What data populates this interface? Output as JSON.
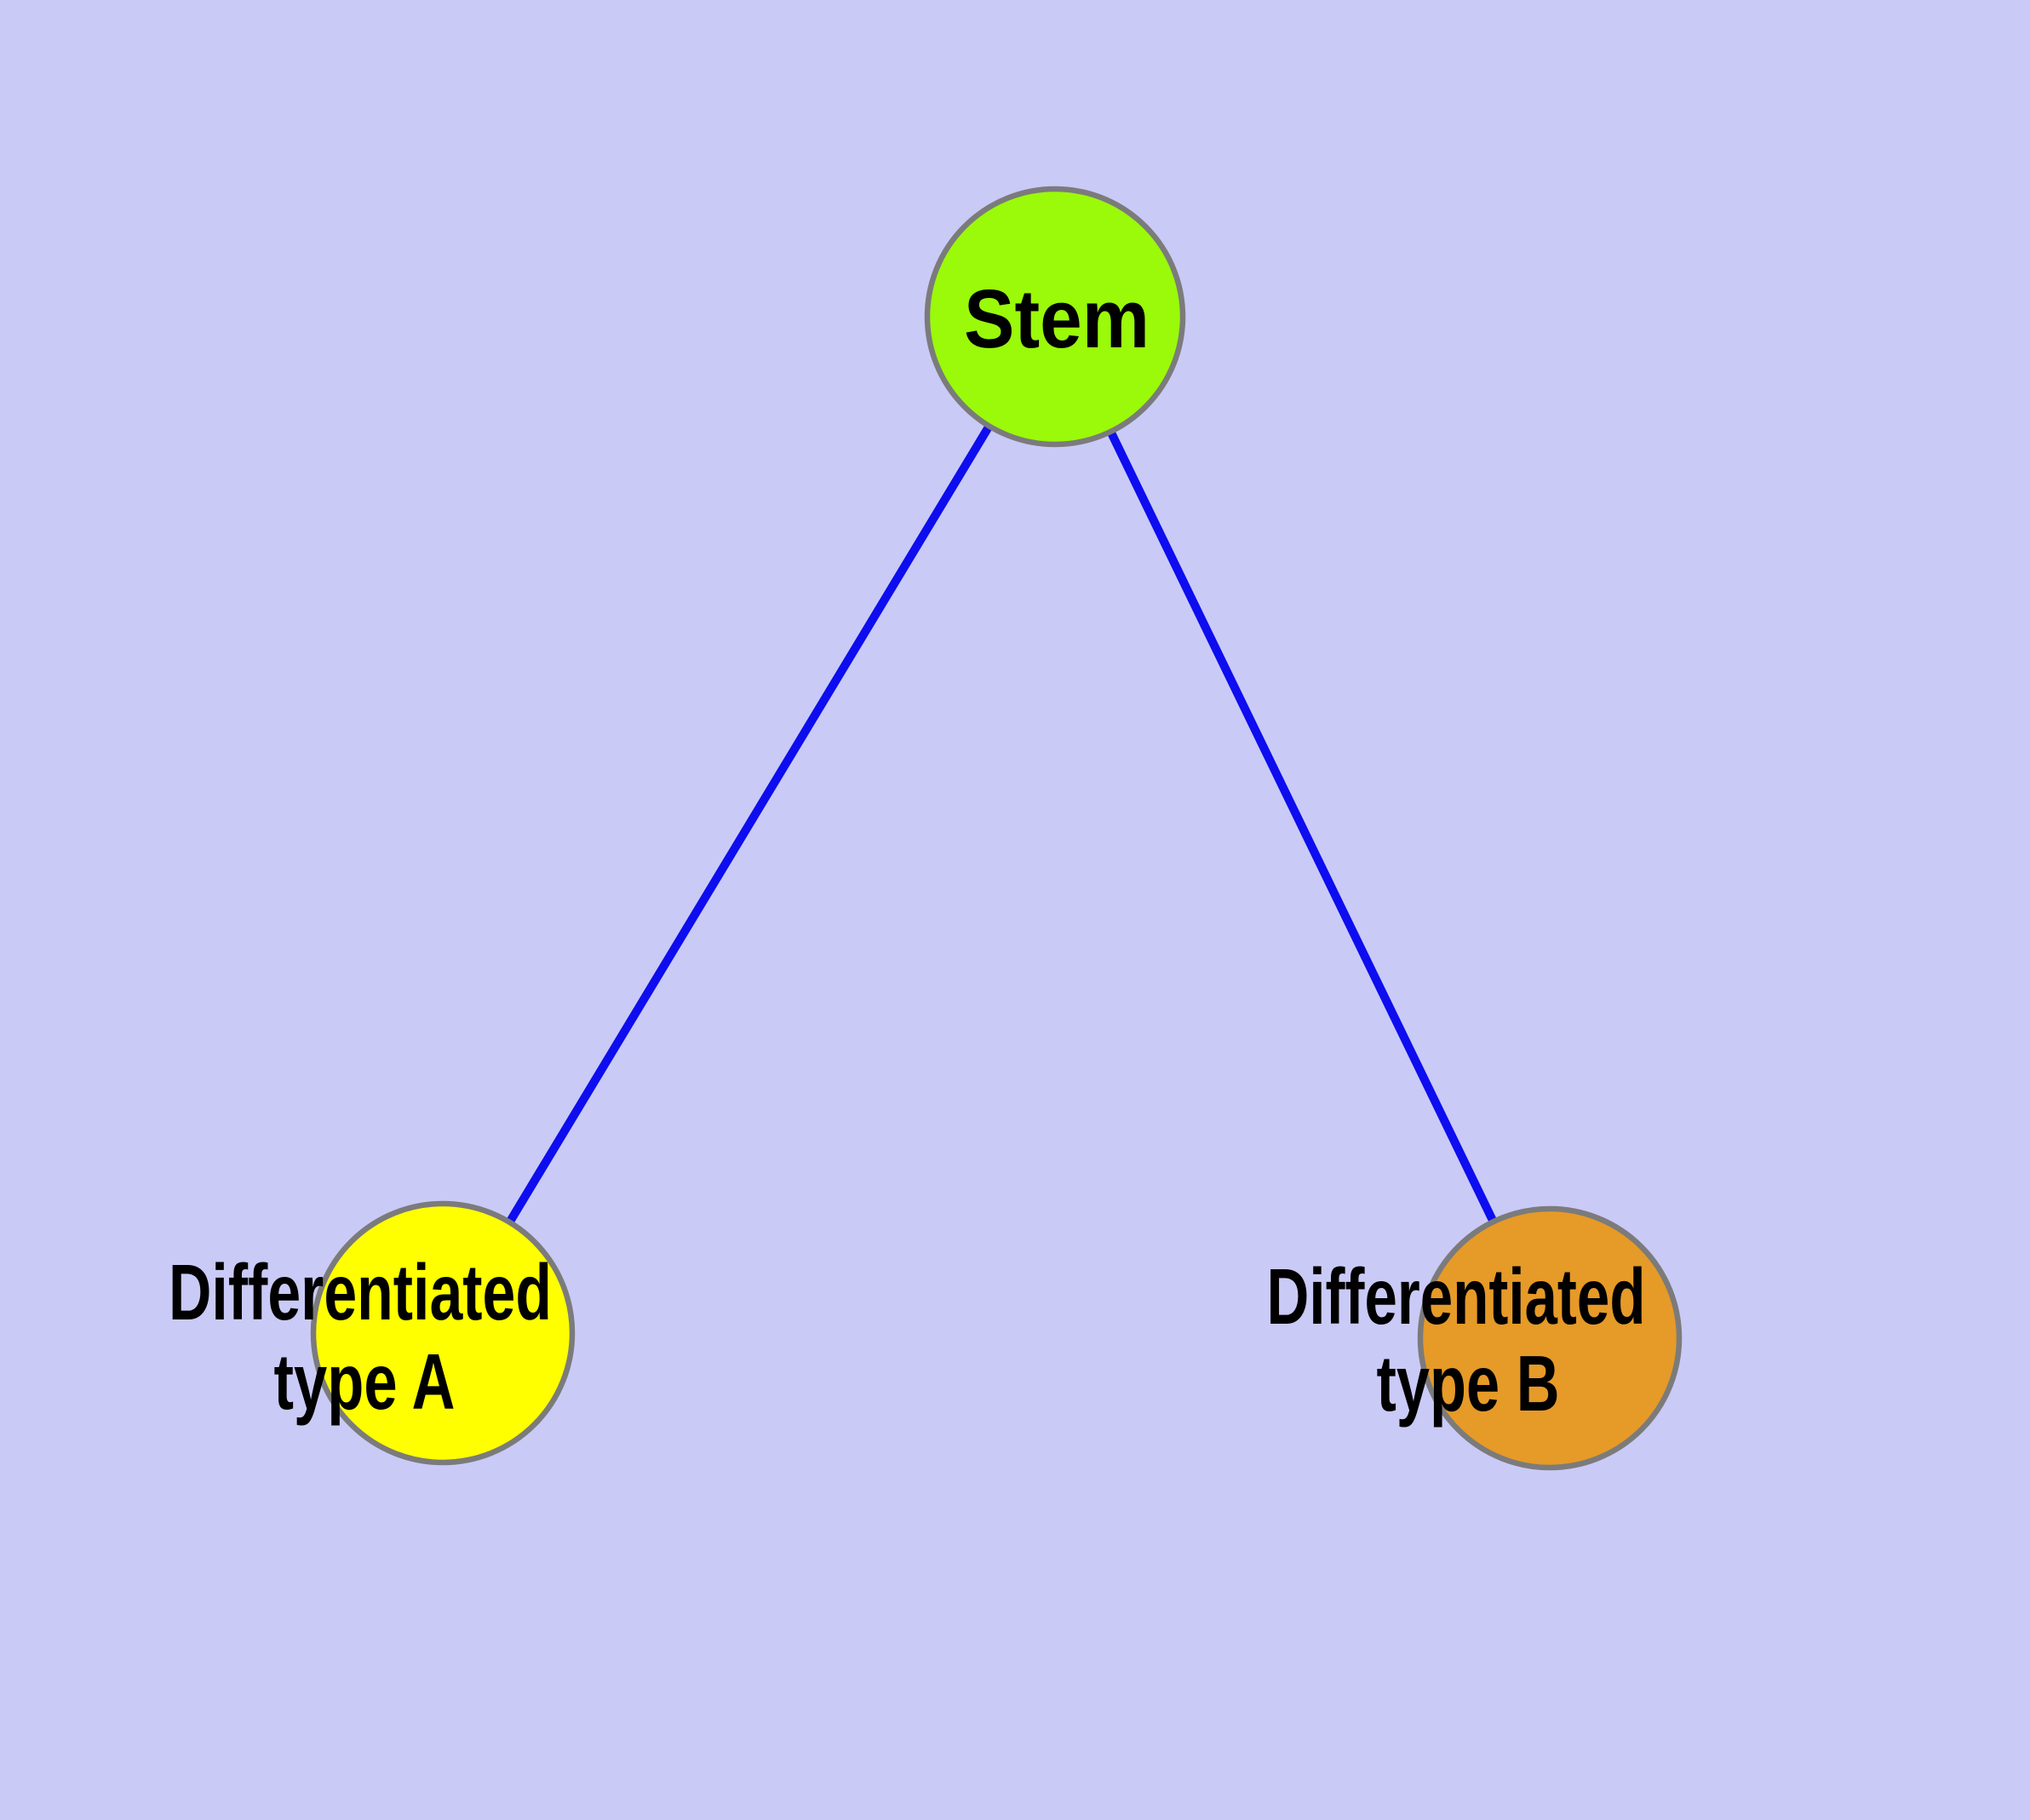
{
  "colors": {
    "background": "#CACAF7",
    "edge": "#0D0DEF",
    "node_border": "#7B7B7B",
    "label_text": "#000000"
  },
  "graph": {
    "nodes": [
      {
        "id": "stem",
        "label": "Stem",
        "color": "#9AFA0A",
        "shape": "circle"
      },
      {
        "id": "type-a",
        "label": "Differentiated type A",
        "label_lines": [
          "Differentiated",
          "type A"
        ],
        "color": "#FFFF00",
        "shape": "circle"
      },
      {
        "id": "type-b",
        "label": "Differentiated type B",
        "label_lines": [
          "Differentiated",
          "type B"
        ],
        "color": "#E69A28",
        "shape": "circle"
      }
    ],
    "edges": [
      {
        "from": "stem",
        "to": "type-a"
      },
      {
        "from": "stem",
        "to": "type-b"
      }
    ]
  }
}
